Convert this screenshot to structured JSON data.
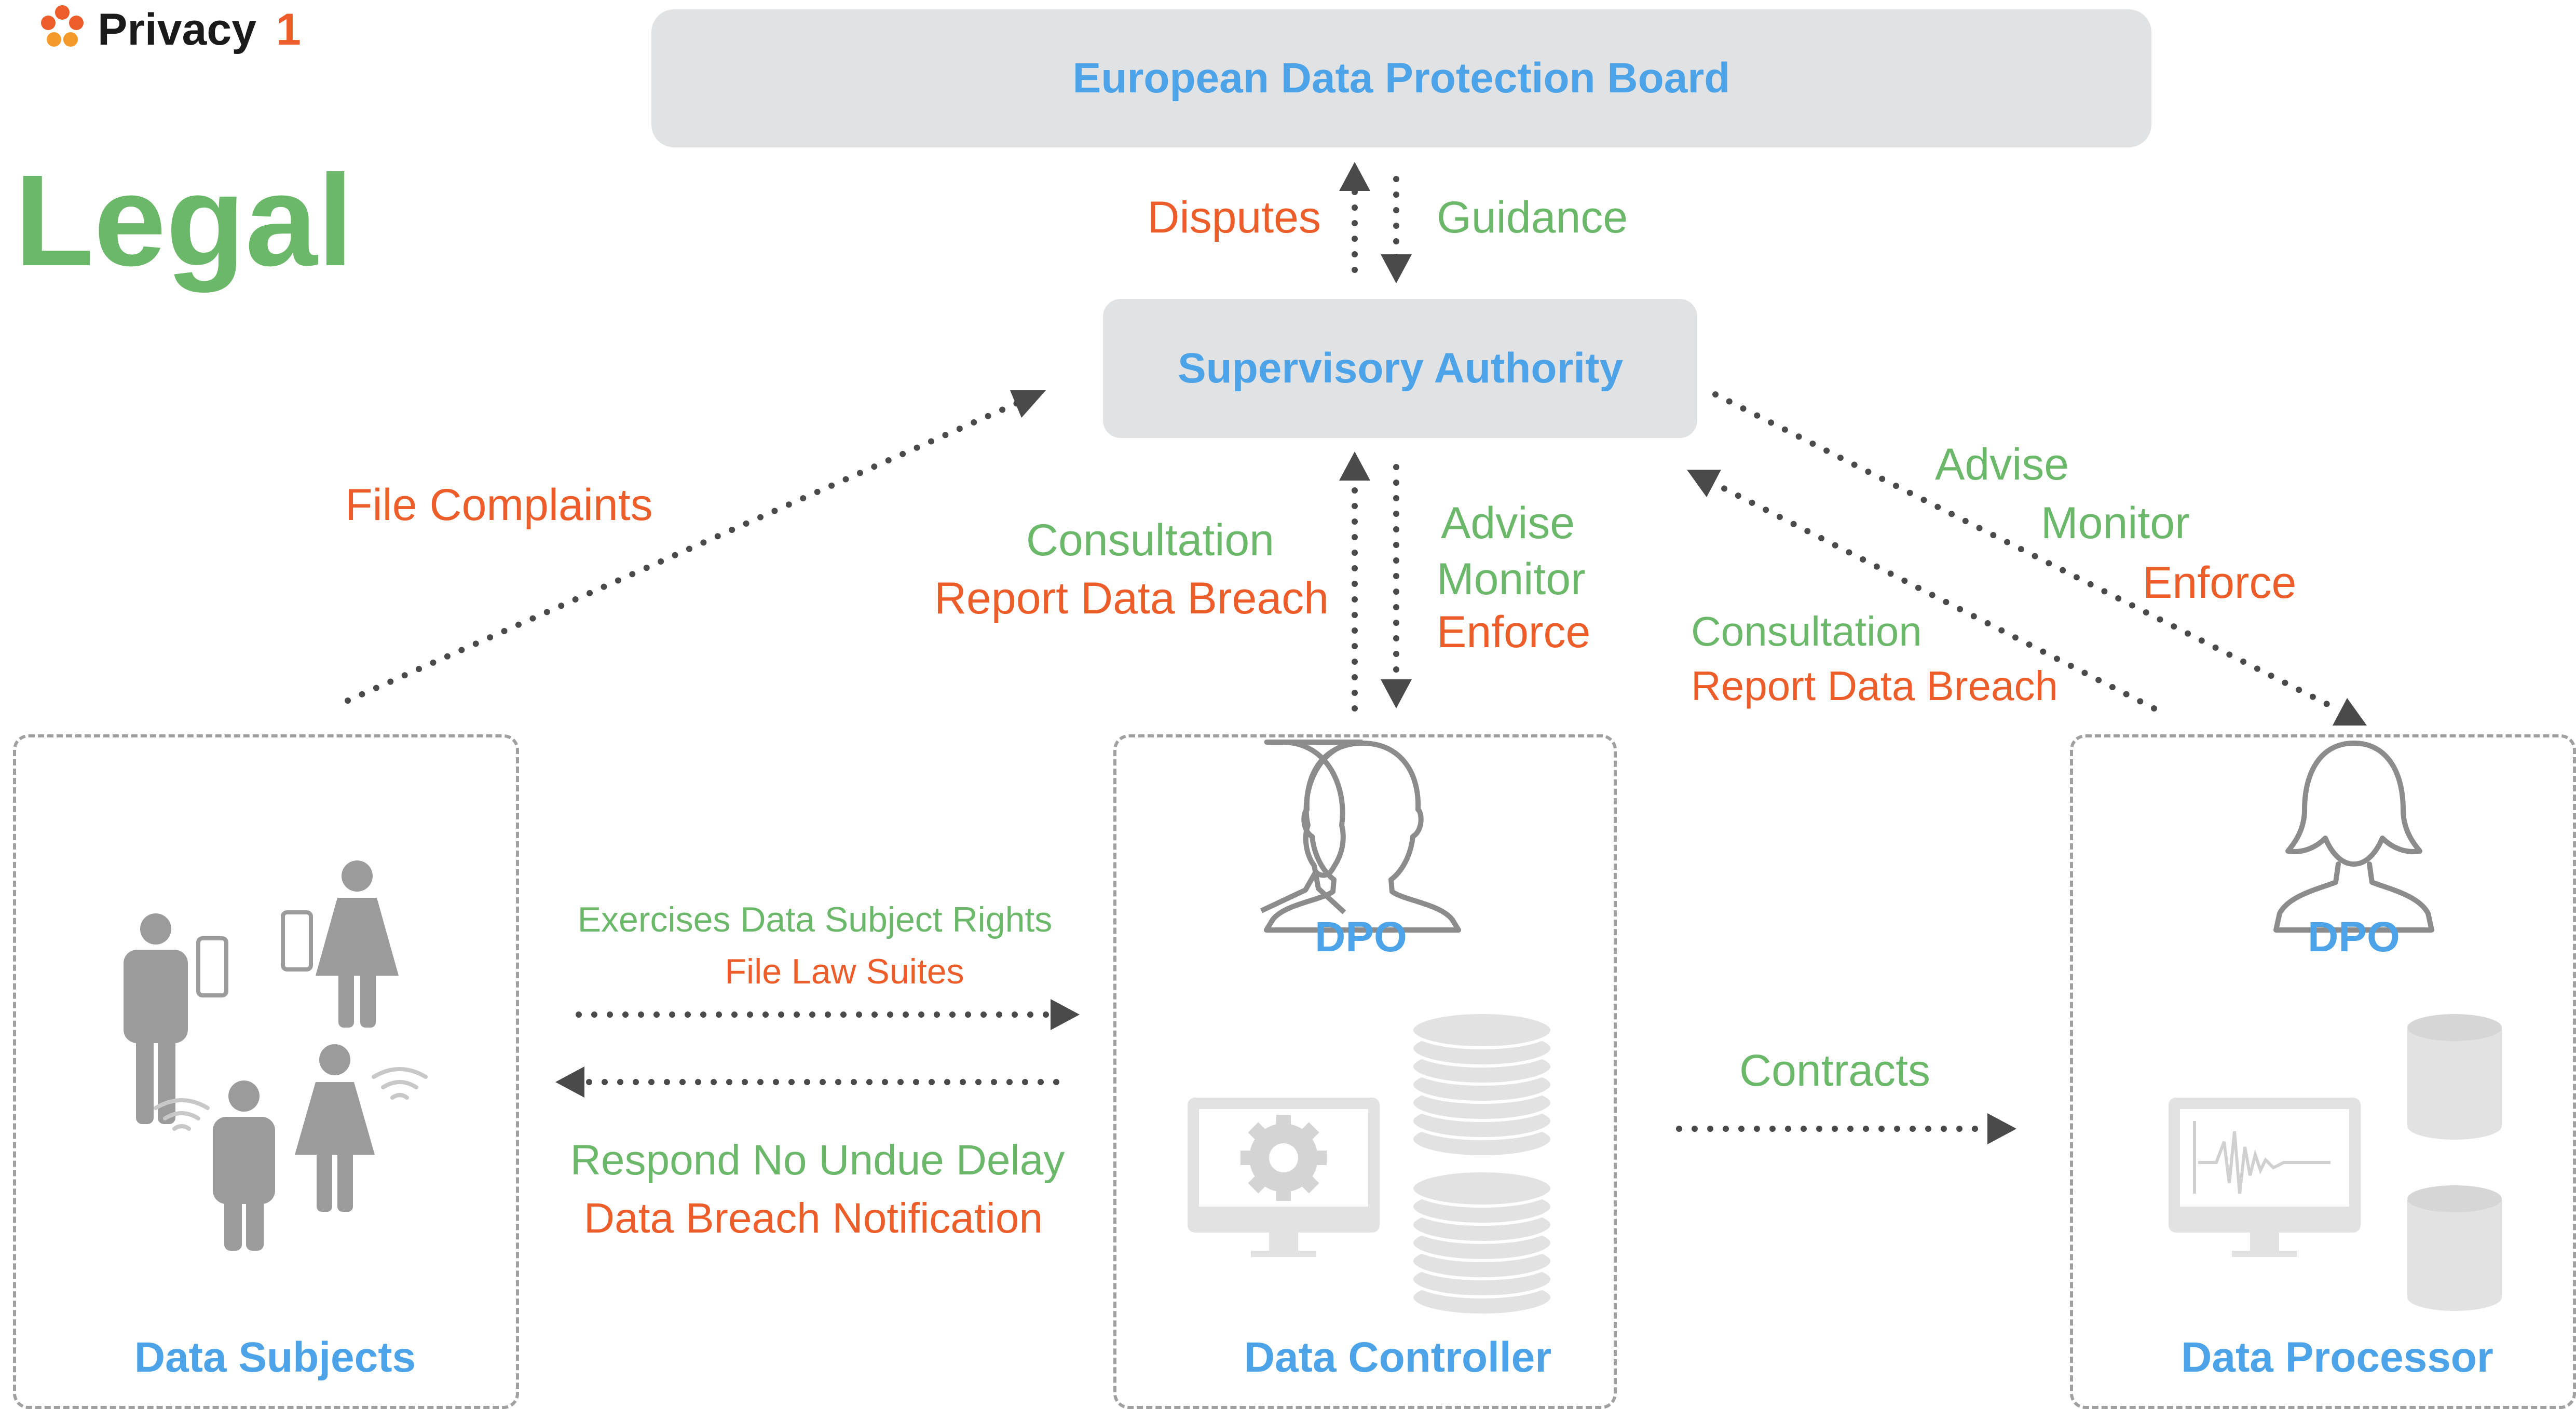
{
  "brand": {
    "name": "Privacy",
    "suffix": "1",
    "logo_icon": "flower-logo-icon",
    "color": "#ec5d2a"
  },
  "page_title": "Legal",
  "colors": {
    "blue": "#4da3e8",
    "green": "#6cb86a",
    "orange": "#ec5d2a",
    "gray": "#9b9b9b",
    "box": "#e1e2e4"
  },
  "nodes": {
    "edpb": "European Data Protection Board",
    "supervisory_authority": "Supervisory Authority",
    "data_subjects": "Data Subjects",
    "data_controller": "Data Controller",
    "data_processor": "Data Processor",
    "controller_dpo": "DPO",
    "processor_dpo": "DPO"
  },
  "edges": {
    "edpb_sa": {
      "up": "Disputes",
      "down": "Guidance"
    },
    "file_complaints": "File Complaints",
    "sa_controller": {
      "to_sa": [
        "Consultation",
        "Report Data Breach"
      ],
      "to_controller": [
        "Advise",
        "Monitor",
        "Enforce"
      ]
    },
    "sa_processor": {
      "to_processor": [
        "Advise",
        "Monitor",
        "Enforce"
      ],
      "to_sa": [
        "Consultation",
        "Report Data Breach"
      ]
    },
    "subjects_controller": {
      "to_controller": [
        "Exercises Data Subject Rights",
        "File Law Suites"
      ],
      "to_subjects": [
        "Respond No Undue Delay",
        "Data Breach Notification"
      ]
    },
    "controller_processor": "Contracts"
  },
  "icons": [
    "person-icon",
    "phone-icon",
    "wifi-icon",
    "monitor-icon",
    "gear-icon",
    "database-icon",
    "waveform-icon",
    "male-avatar-icon",
    "female-avatar-icon"
  ]
}
